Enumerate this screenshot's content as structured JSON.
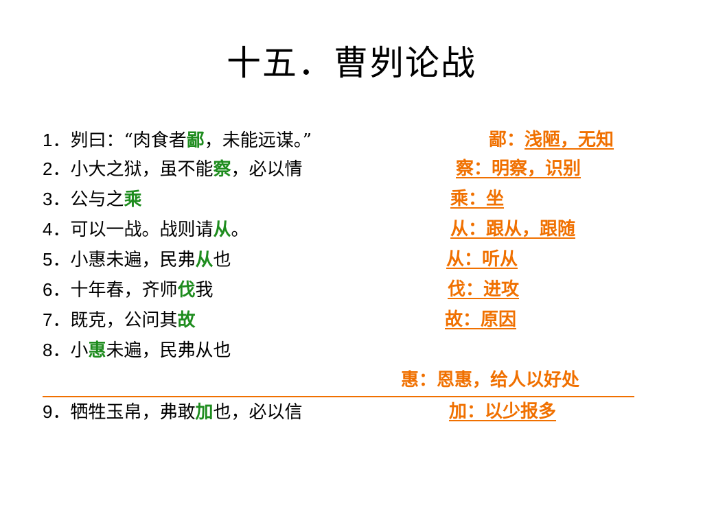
{
  "title": "十五．曹刿论战",
  "items": [
    {
      "num": "1．",
      "pre": "刿曰：“肉食者",
      "kw": "鄙",
      "post": "，未能远谋。”",
      "note_head": "鄙：",
      "note_body": "浅陋，无知"
    },
    {
      "num": "2．",
      "pre": "小大之狱，虽不能",
      "kw": "察",
      "post": "，必以情",
      "note_head": "",
      "note_body": "察：明察，识别"
    },
    {
      "num": "3．",
      "pre": "公与之",
      "kw": "乘",
      "post": "",
      "note_head": "",
      "note_body": "乘：坐"
    },
    {
      "num": "4．",
      "pre": "可以一战。战则请",
      "kw": "从",
      "post": "。",
      "note_head": "",
      "note_body": "从：跟从，跟随"
    },
    {
      "num": "5．",
      "pre": "小惠未遍，民弗",
      "kw": "从",
      "post": "也",
      "note_head": "",
      "note_body": "从：听从"
    },
    {
      "num": "6．",
      "pre": "十年春，齐师",
      "kw": "伐",
      "post": "我",
      "note_head": "",
      "note_body": "伐：进攻"
    },
    {
      "num": "7．",
      "pre": "既克，公问其",
      "kw": "故",
      "post": "",
      "note_head": "",
      "note_body": "故：原因"
    },
    {
      "num": "8．",
      "pre": "小",
      "kw": "惠",
      "post": "未遍，民弗从也",
      "note_head": "",
      "note_body": "惠：恩惠，给人以好处"
    },
    {
      "num": "9．",
      "pre": "牺牲玉帛，弗敢",
      "kw": "加",
      "post": "也，必以信",
      "note_head": "",
      "note_body": "加：以少报多"
    }
  ]
}
